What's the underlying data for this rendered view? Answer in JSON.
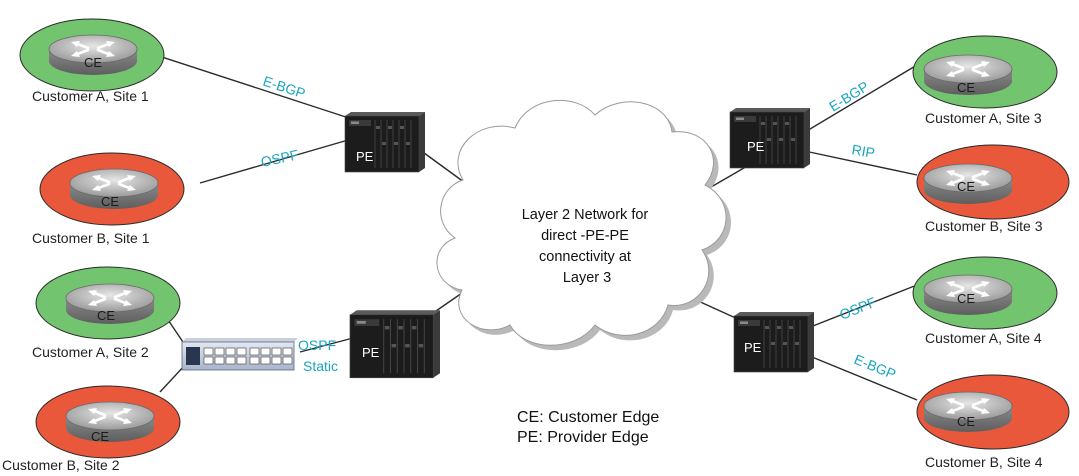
{
  "colors": {
    "customer_a": "#72c46f",
    "customer_b": "#e9583a",
    "protocol": "#1aa6c0",
    "pe_body": "#1c1c1c",
    "cloud": "#ffffff"
  },
  "cloud": {
    "lines": [
      "Layer 2 Network for",
      "direct -PE-PE",
      "connectivity at",
      "Layer 3"
    ]
  },
  "legend": {
    "ce": "CE: Customer Edge",
    "pe": "PE: Provider Edge"
  },
  "ce_label": "CE",
  "pe_label": "PE",
  "sites": [
    {
      "id": "a1",
      "label": "Customer A, Site 1",
      "customer": "A"
    },
    {
      "id": "b1",
      "label": "Customer B, Site 1",
      "customer": "B"
    },
    {
      "id": "a2",
      "label": "Customer A, Site 2",
      "customer": "A"
    },
    {
      "id": "b2",
      "label": "Customer B, Site 2",
      "customer": "B"
    },
    {
      "id": "a3",
      "label": "Customer A, Site 3",
      "customer": "A"
    },
    {
      "id": "b3",
      "label": "Customer B, Site 3",
      "customer": "B"
    },
    {
      "id": "a4",
      "label": "Customer A, Site 4",
      "customer": "A"
    },
    {
      "id": "b4",
      "label": "Customer B, Site 4",
      "customer": "B"
    }
  ],
  "protocols": {
    "a1": "E-BGP",
    "b1": "OSPF",
    "switch_top": "OSPF",
    "switch_bottom": "Static",
    "a3": "E-BGP",
    "b3": "RIP",
    "a4": "OSPF",
    "b4": "E-BGP"
  }
}
